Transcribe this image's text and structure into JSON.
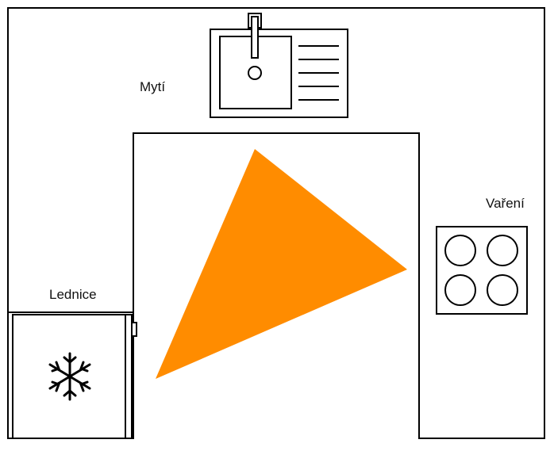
{
  "labels": {
    "sink": "Mytí",
    "stove": "Vaření",
    "fridge": "Lednice"
  },
  "colors": {
    "triangle": "#FF8C00",
    "line": "#000000",
    "background": "#FFFFFF"
  },
  "icons": {
    "sink": "sink-icon",
    "stove": "stove-icon",
    "fridge": "snowflake-icon"
  }
}
